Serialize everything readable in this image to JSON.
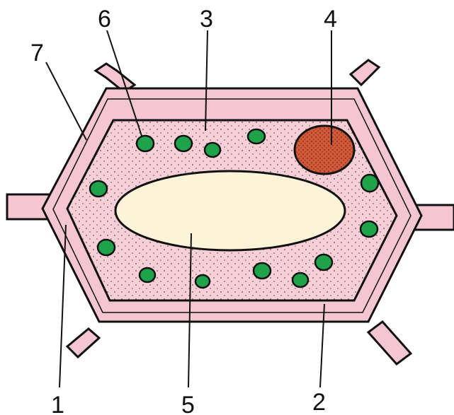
{
  "labels": {
    "l1": "1",
    "l2": "2",
    "l3": "3",
    "l4": "4",
    "l5": "5",
    "l6": "6",
    "l7": "7"
  },
  "colors": {
    "cell_wall": "#f4c6d1",
    "cytoplasm": "#f6d0d6",
    "vacuole": "#fdf3d8",
    "chloroplast": "#1fa34a",
    "nucleus": "#cf5a3a",
    "outline": "#111111"
  },
  "icons": {
    "chloroplast": "green-ellipse",
    "nucleus": "brown-dotted-circle"
  }
}
